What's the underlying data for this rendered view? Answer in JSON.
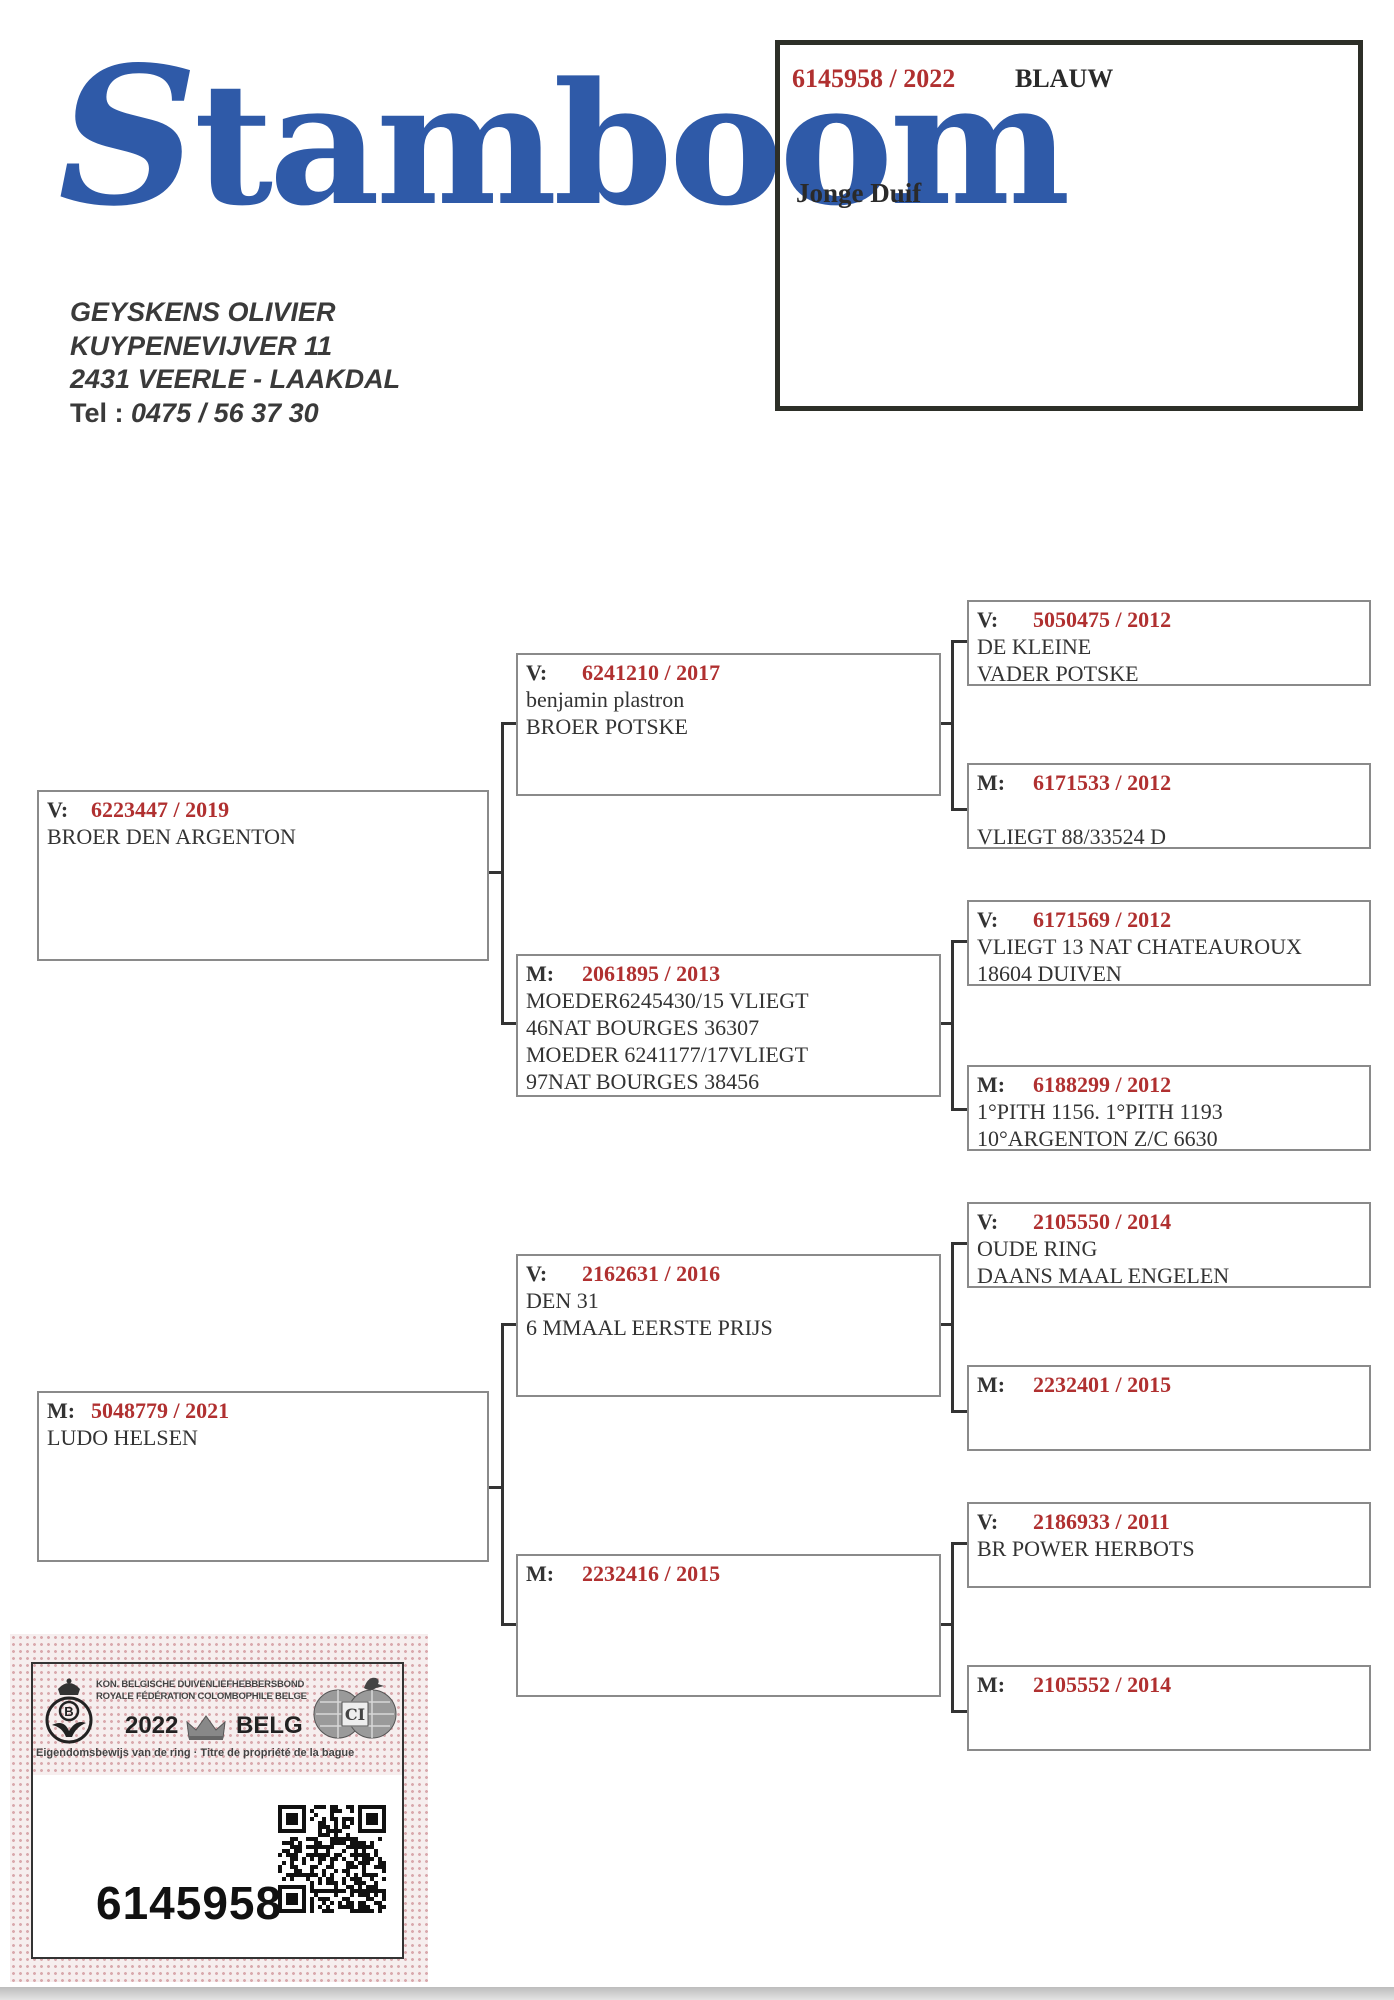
{
  "logo": {
    "cap": "S",
    "rest": "tamboom"
  },
  "owner": {
    "name": "GEYSKENS OLIVIER",
    "street": "KUYPENEVIJVER 11",
    "city": "2431 VEERLE - LAAKDAL",
    "tel_label": "Tel :",
    "tel": "0475 / 56 37 30"
  },
  "subject": {
    "ring": "6145958 / 2022",
    "colour": "BLAUW",
    "category": "Jonge Duif"
  },
  "pedigree": {
    "gen1": [
      {
        "sex": "V:",
        "ring": "6223447 / 2019",
        "lines": [
          "BROER DEN ARGENTON"
        ]
      },
      {
        "sex": "M:",
        "ring": "5048779 / 2021",
        "lines": [
          "LUDO HELSEN"
        ]
      }
    ],
    "gen2": [
      {
        "sex": "V:",
        "ring": "6241210 / 2017",
        "lines": [
          "benjamin plastron",
          "BROER POTSKE"
        ]
      },
      {
        "sex": "M:",
        "ring": "2061895 / 2013",
        "lines": [
          "MOEDER6245430/15 VLIEGT",
          "46NAT BOURGES 36307",
          "MOEDER 6241177/17VLIEGT",
          "97NAT BOURGES 38456"
        ]
      },
      {
        "sex": "V:",
        "ring": "2162631 / 2016",
        "lines": [
          "DEN 31",
          "6 MMAAL EERSTE PRIJS"
        ]
      },
      {
        "sex": "M:",
        "ring": "2232416 / 2015",
        "lines": []
      }
    ],
    "gen3": [
      {
        "sex": "V:",
        "ring": "5050475 / 2012",
        "lines": [
          "DE KLEINE",
          "VADER POTSKE"
        ]
      },
      {
        "sex": "M:",
        "ring": "6171533 / 2012",
        "lines": [
          "",
          "VLIEGT 88/33524 D"
        ]
      },
      {
        "sex": "V:",
        "ring": "6171569 / 2012",
        "lines": [
          "VLIEGT 13 NAT CHATEAUROUX",
          "18604 DUIVEN"
        ]
      },
      {
        "sex": "M:",
        "ring": "6188299 / 2012",
        "lines": [
          "1°PITH 1156. 1°PITH 1193",
          "10°ARGENTON Z/C 6630"
        ]
      },
      {
        "sex": "V:",
        "ring": "2105550 / 2014",
        "lines": [
          "OUDE RING",
          "DAANS MAAL ENGELEN"
        ]
      },
      {
        "sex": "M:",
        "ring": "2232401 / 2015",
        "lines": []
      },
      {
        "sex": "V:",
        "ring": "2186933 / 2011",
        "lines": [
          "BR POWER HERBOTS"
        ]
      },
      {
        "sex": "M:",
        "ring": "2105552 / 2014",
        "lines": []
      }
    ]
  },
  "ring_card": {
    "federation_nl": "KON. BELGISCHE DUIVENLIEFHEBBERSBOND",
    "federation_fr": "ROYALE FÉDÉRATION COLOMBOPHILE BELGE",
    "year": "2022",
    "country": "BELG",
    "title": "Eigendomsbewijs van de ring · Titre de propriété de la bague",
    "number": "6145958",
    "icons": [
      "kbdb-logo-icon",
      "crown-icon",
      "fci-logo-icon",
      "qr-code-icon"
    ]
  },
  "colors": {
    "logo": "#2f5aa8",
    "ring_red": "#b03030",
    "text": "#333333"
  }
}
